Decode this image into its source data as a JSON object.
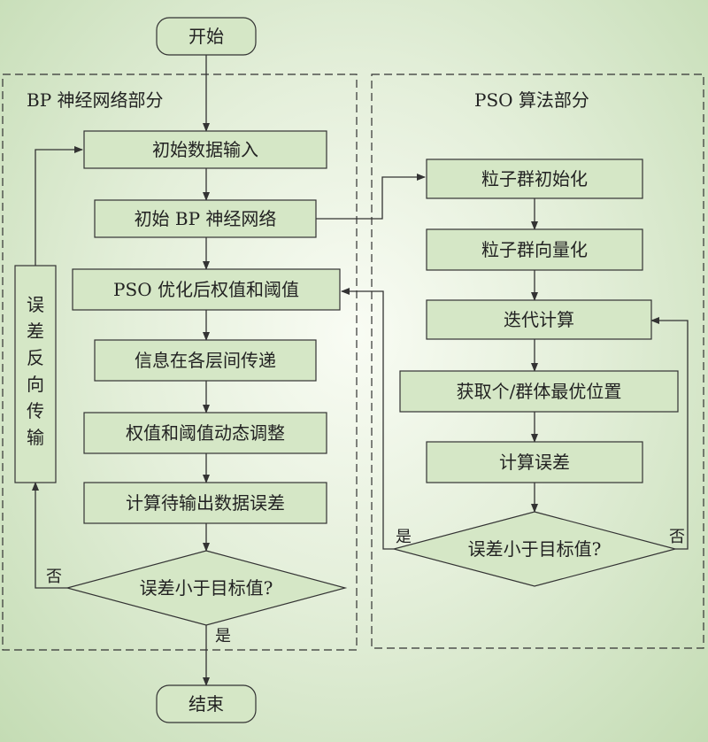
{
  "regions": {
    "bp": "BP 神经网络部分",
    "pso": "PSO 算法部分"
  },
  "nodes": {
    "start": "开始",
    "end": "结束",
    "bp_input": "初始数据输入",
    "bp_init": "初始 BP 神经网络",
    "bp_pso": "PSO 优化后权值和阈值",
    "bp_transfer": "信息在各层间传递",
    "bp_adjust": "权值和阈值动态调整",
    "bp_calc": "计算待输出数据误差",
    "bp_check": "误差小于目标值?",
    "bp_back": "误差反向传输",
    "pso_init": "粒子群初始化",
    "pso_vec": "粒子群向量化",
    "pso_iter": "迭代计算",
    "pso_best": "获取个/群体最优位置",
    "pso_err": "计算误差",
    "pso_check": "误差小于目标值?"
  },
  "edge_labels": {
    "bp_no": "否",
    "bp_yes": "是",
    "pso_yes": "是",
    "pso_no": "否"
  }
}
